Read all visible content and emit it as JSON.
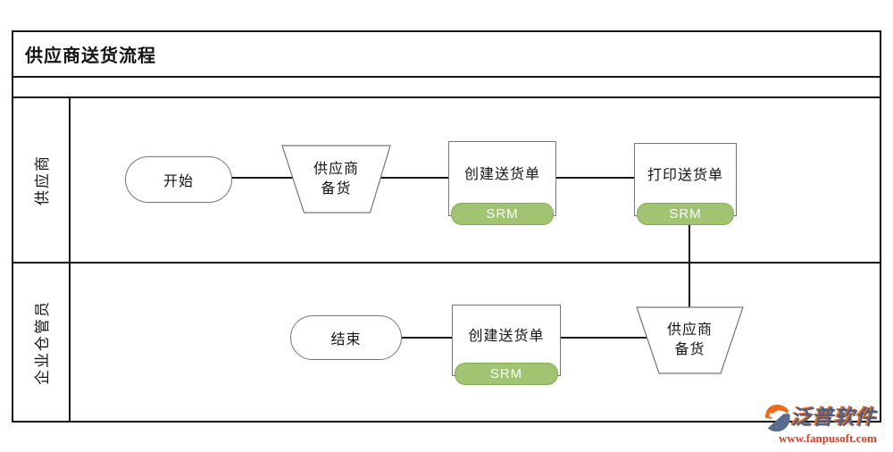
{
  "title": "供应商送货流程",
  "lanes": [
    {
      "label": "供应商"
    },
    {
      "label": "企业仓管员"
    }
  ],
  "nodes": [
    {
      "id": "start",
      "shape": "terminator",
      "lane": "供应商",
      "label": "开始"
    },
    {
      "id": "supplier-prep",
      "shape": "trapezoid",
      "lane": "供应商",
      "label": "供应商备货",
      "line1": "供应商",
      "line2": "备货"
    },
    {
      "id": "create-delivery-note",
      "shape": "process",
      "lane": "供应商",
      "label": "创建送货单",
      "badge": "SRM"
    },
    {
      "id": "print-delivery-note",
      "shape": "process",
      "lane": "供应商",
      "label": "打印送货单",
      "badge": "SRM"
    },
    {
      "id": "end",
      "shape": "terminator",
      "lane": "企业仓管员",
      "label": "结束"
    },
    {
      "id": "warehouse-create-delivery-note",
      "shape": "process",
      "lane": "企业仓管员",
      "label": "创建送货单",
      "badge": "SRM"
    },
    {
      "id": "warehouse-supplier-prep",
      "shape": "trapezoid",
      "lane": "企业仓管员",
      "label": "供应商备货",
      "line1": "供应商",
      "line2": "备货"
    }
  ],
  "edges": [
    {
      "from": "start",
      "to": "supplier-prep"
    },
    {
      "from": "supplier-prep",
      "to": "create-delivery-note"
    },
    {
      "from": "create-delivery-note",
      "to": "print-delivery-note"
    },
    {
      "from": "print-delivery-note",
      "to": "warehouse-supplier-prep"
    },
    {
      "from": "warehouse-supplier-prep",
      "to": "warehouse-create-delivery-note"
    },
    {
      "from": "warehouse-create-delivery-note",
      "to": "end"
    }
  ],
  "colors": {
    "badge_fill": "#A0C472",
    "badge_border": "#85AB51",
    "badge_text": "#FFFFFF",
    "shape_border": "#767676",
    "line": "#141414",
    "brand_navy": "#4C5E85",
    "brand_orange": "#ED6C1C",
    "url_red": "#DD3A22"
  },
  "watermark": {
    "brand": "泛普软件",
    "url": "www.fanpusoft.com"
  }
}
